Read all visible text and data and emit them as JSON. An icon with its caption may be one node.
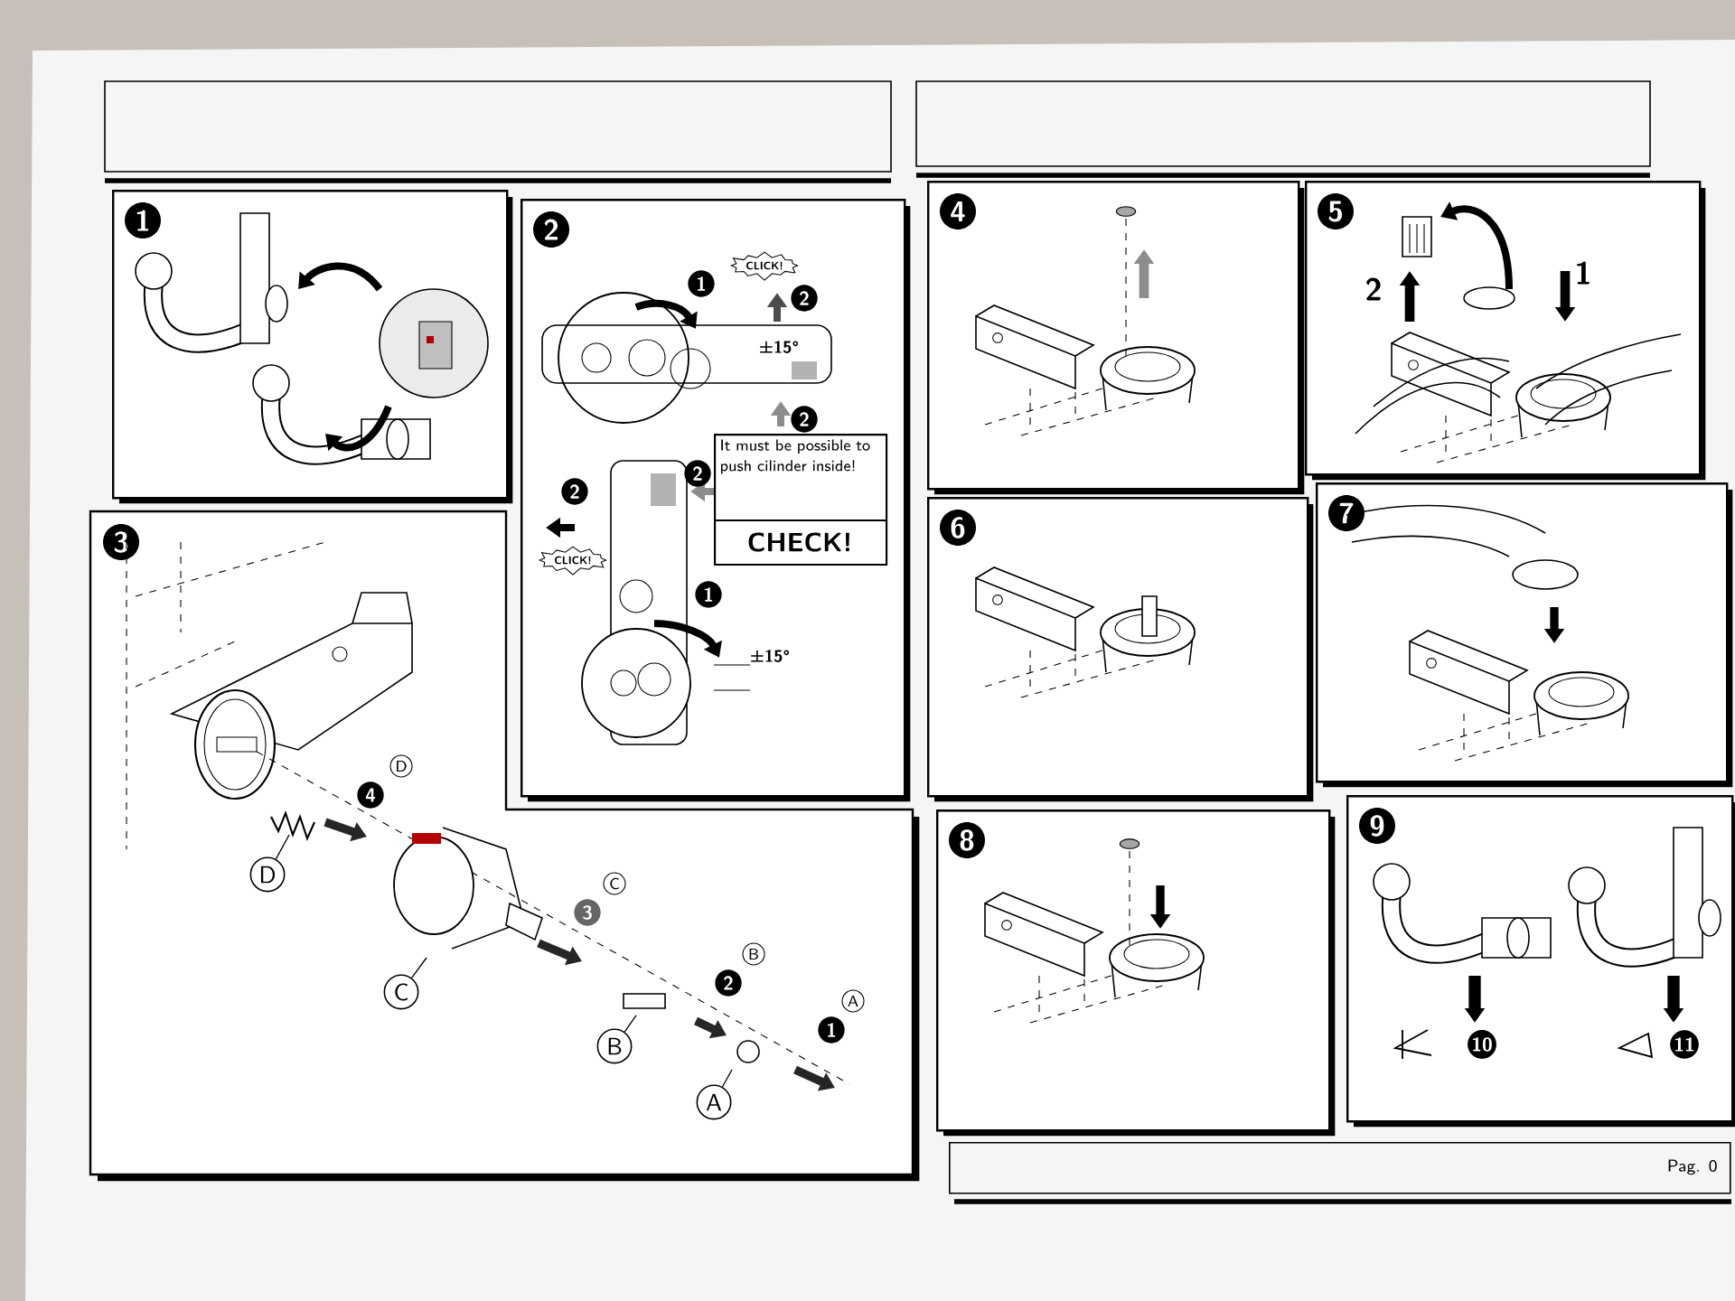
{
  "diagram": {
    "nodes": [
      {
        "text": [
          "1"
        ]
      },
      {
        "text": [
          "2"
        ]
      },
      {
        "text": [
          "It must be possible to push cilinder inside!",
          "CHECK!"
        ],
        "in": 1
      },
      {
        "text": [
          "3"
        ]
      },
      {
        "text": [
          "D"
        ],
        "in": 3
      },
      {
        "text": [
          "C"
        ],
        "in": 3
      },
      {
        "text": [
          "B"
        ],
        "in": 3
      },
      {
        "text": [
          "A"
        ],
        "in": 3
      },
      {
        "text": [
          "4"
        ]
      },
      {
        "text": [
          "5"
        ]
      },
      {
        "text": [
          "6"
        ]
      },
      {
        "text": [
          "7"
        ]
      },
      {
        "text": [
          "8"
        ]
      },
      {
        "text": [
          "9"
        ]
      },
      {
        "text": [
          "Pag. 0"
        ]
      }
    ],
    "edges": [
      {
        "from": 4,
        "to": null,
        "arrow": "none"
      },
      {
        "from": 5,
        "to": null,
        "arrow": "none"
      },
      {
        "from": 6,
        "to": null,
        "arrow": "none"
      },
      {
        "from": 7,
        "to": null,
        "arrow": "none"
      }
    ],
    "labels": [
      "CLICK!",
      "1",
      "2",
      "±15°",
      "2",
      "2",
      "2",
      "CLICK!",
      "1",
      "±15°",
      "4",
      "D",
      "3",
      "C",
      "2",
      "B",
      "1",
      "A",
      "2",
      "1",
      "10",
      "11"
    ]
  }
}
